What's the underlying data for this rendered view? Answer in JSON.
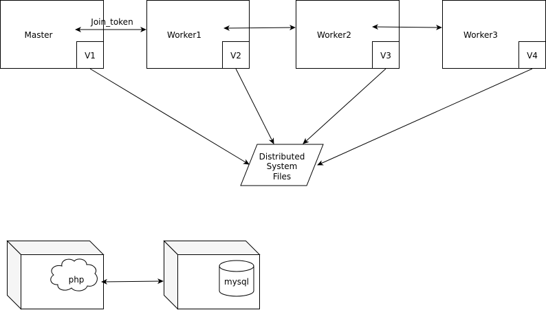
{
  "nodes": {
    "master": "Master",
    "worker1": "Worker1",
    "worker2": "Worker2",
    "worker3": "Worker3"
  },
  "volumes": {
    "v1": "V1",
    "v2": "V2",
    "v3": "V3",
    "v4": "V4"
  },
  "edges": {
    "master_worker1": "Join_token"
  },
  "dfs": {
    "line1": "Distributed",
    "line2": "System",
    "line3": "Files"
  },
  "bottom": {
    "php": "php",
    "mysql": "mysql"
  },
  "colors": {
    "stroke": "#000000",
    "fill": "#ffffff",
    "box_side": "#f5f5f5"
  }
}
